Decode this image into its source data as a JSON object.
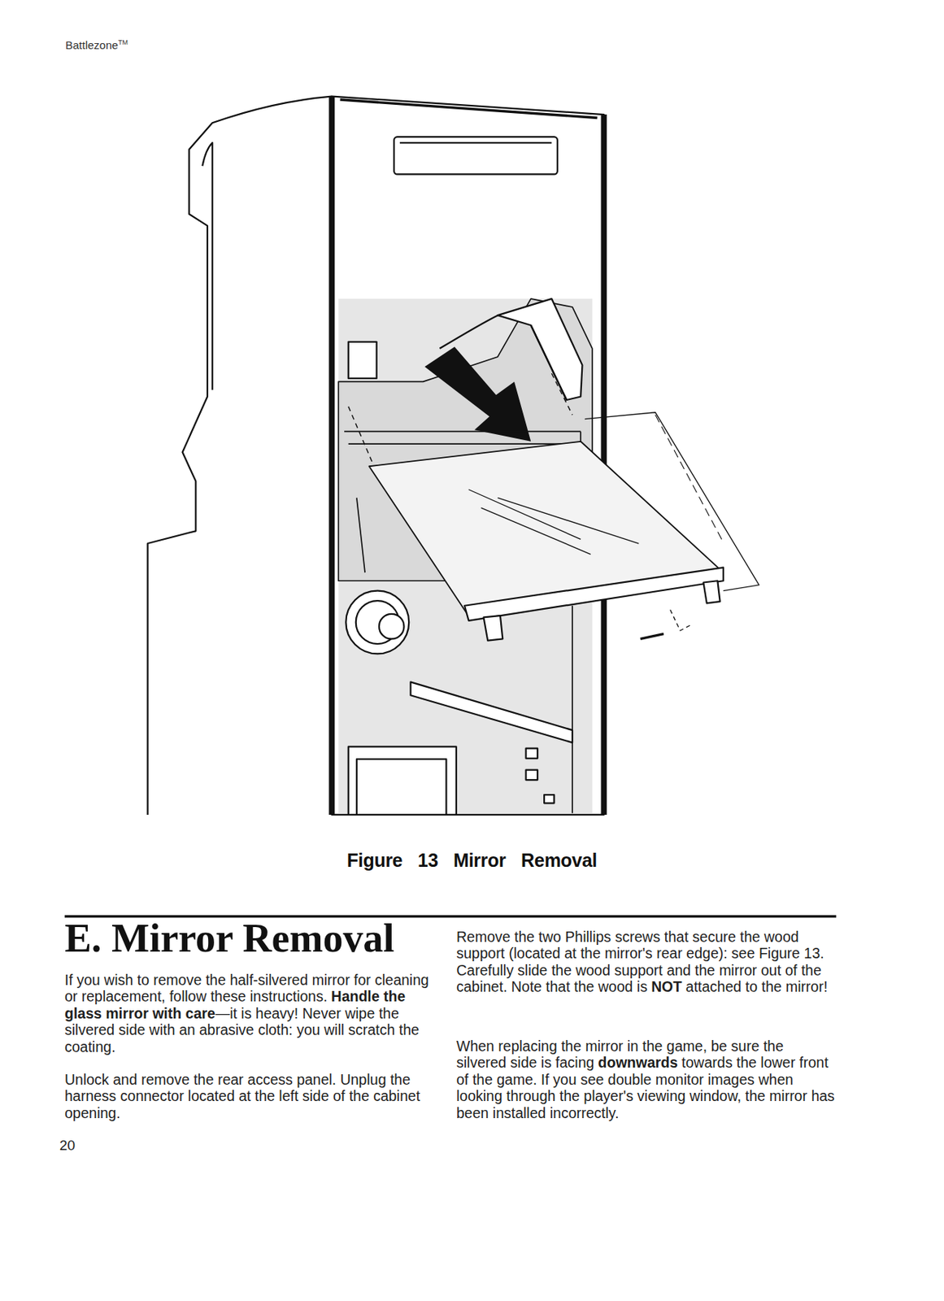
{
  "diagram": {
    "title": "E. Mirror Removal",
    "caption": "Figure 13 Mirror Removal",
    "labels": [
      "Battlezone",
      "TM",
      "If you wish to remove the half-silvered mirror for cleaning or replacement, follow these instructions.",
      "Handle the glass mirror with care",
      "—it is heavy! Never wipe the silvered side with an abrasive cloth: you will scratch the coating.",
      "Unlock and remove the rear access panel. Unplug the harness connector located at the left side of the cabinet opening.",
      "Remove the two Phillips screws that secure the wood support (located at the mirror's rear edge): see Figure 13. Carefully slide the wood support and the mirror out of the cabinet. Note that the wood is",
      "NOT",
      "attached to the mirror!",
      "When replacing the mirror in the game, be sure the silvered side is facing",
      "downwards",
      "towards the lower front of the game. If you see double monitor images when looking through the player's viewing window, the mirror has been installed incorrectly.",
      "20"
    ]
  }
}
